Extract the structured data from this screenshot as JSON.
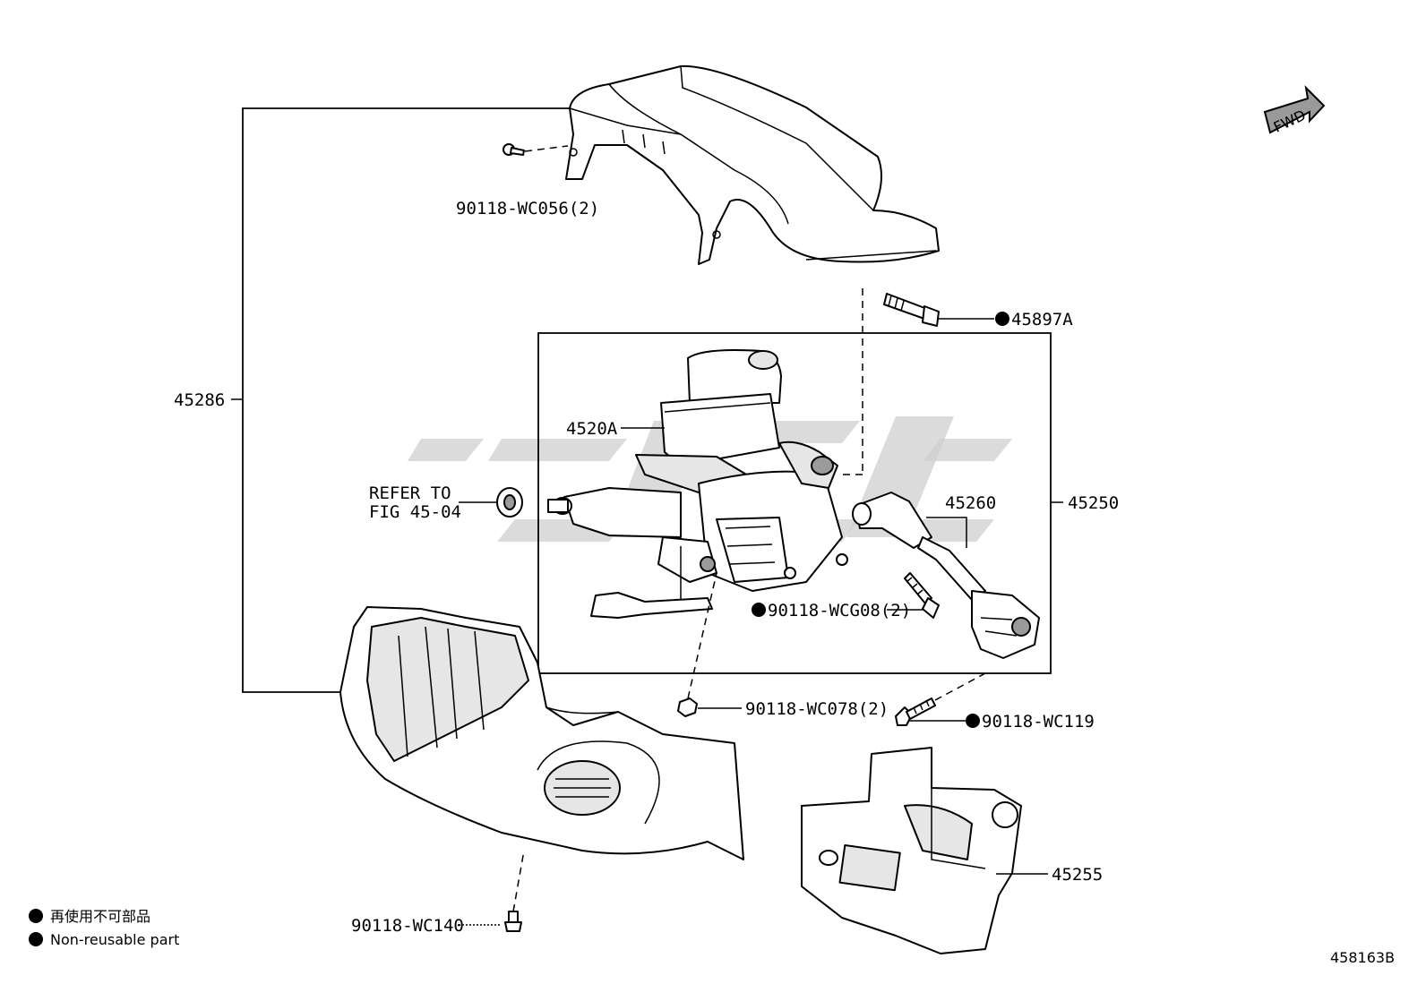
{
  "diagram_id": "458163B",
  "fwd_label": "FWD",
  "callouts": {
    "p45286": "45286",
    "p45250": "45250",
    "p45255": "45255",
    "p45260": "45260",
    "p4520A": "4520A",
    "p45897A": "45897A",
    "wc056": "90118-WC056(2)",
    "wcg08": "90118-WCG08(2)",
    "wc078": "90118-WC078(2)",
    "wc119": "90118-WC119",
    "wc140": "90118-WC140",
    "refer_line1": "REFER TO",
    "refer_line2": "FIG 45-04"
  },
  "legend": {
    "jp": "再使用不可部品",
    "en": "Non-reusable part"
  }
}
